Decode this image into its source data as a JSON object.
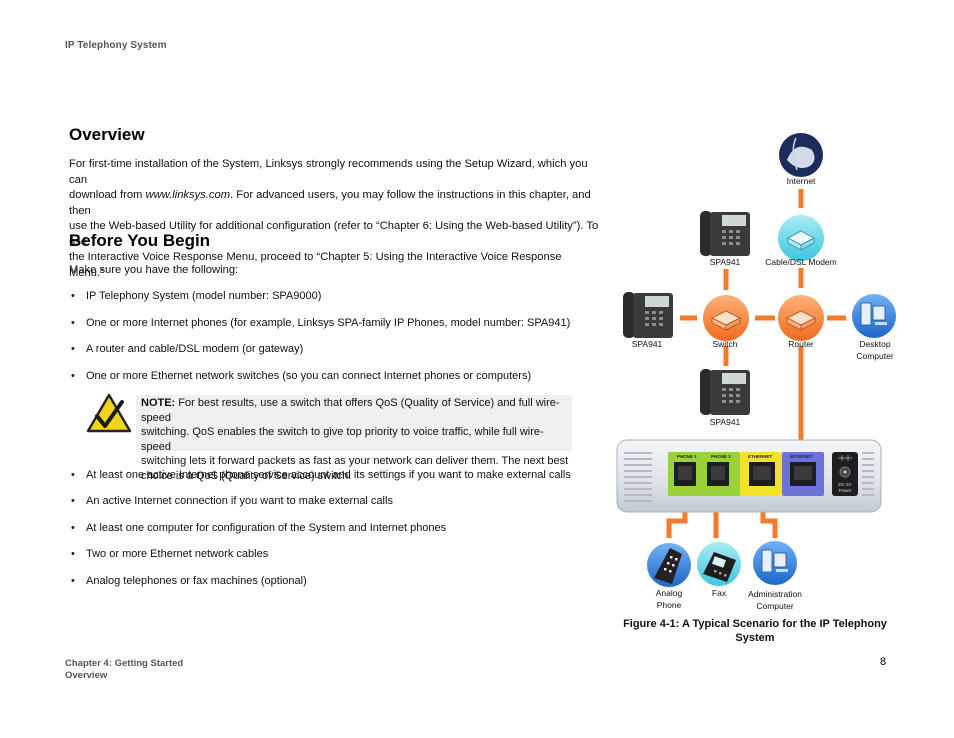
{
  "header": {
    "title": "IP Telephony System"
  },
  "overview": {
    "heading": "Overview",
    "line1": "For first-time installation of the System, Linksys strongly recommends using the Setup Wizard, which you can",
    "line2_pre": "download from ",
    "line2_link": "www.linksys.com",
    "line2_post": ". For advanced users, you may follow the instructions in this chapter, and then",
    "line3": "use the Web-based Utility for additional configuration (refer to “Chapter 6: Using the Web-based Utility”). To use",
    "line4": "the Interactive Voice Response Menu, proceed to “Chapter 5: Using the Interactive Voice Response Menu.”"
  },
  "before": {
    "heading": "Before You Begin",
    "intro": "Make sure you have the following:",
    "bullet_char": "•",
    "items_top": [
      "IP Telephony System (model number: SPA9000)",
      "One or more Internet phones (for example, Linksys SPA-family IP Phones, model number: SPA941)",
      "A router and cable/DSL modem (or gateway)",
      "One or more Ethernet network switches (so you can connect Internet phones or computers)"
    ],
    "note": {
      "label": "NOTE:",
      "line1": " For best results, use a switch that offers QoS (Quality of Service) and full wire-speed",
      "line2": "switching. QoS enables the switch to give top priority to voice traffic, while full wire-speed",
      "line3": "switching lets it forward packets as fast as your network can deliver them. The next best",
      "line4": "choice is a QoS (Quality of Service) switch."
    },
    "items_bottom": [
      "At least one active Internet phone service account and its settings if you want to make external calls",
      "An active Internet connection if you want to make external calls",
      "At least one computer for configuration of the System and Internet phones",
      "Two or more Ethernet network cables",
      "Analog telephones or fax machines (optional)"
    ]
  },
  "diagram": {
    "labels": {
      "internet": "Internet",
      "modem": "Cable/DSL Modem",
      "spa941_top": "SPA941",
      "spa941_left": "SPA941",
      "spa941_bottom": "SPA941",
      "switch": "Switch",
      "router": "Router",
      "desktop_1": "Desktop",
      "desktop_2": "Computer",
      "analog_1": "Analog",
      "analog_2": "Phone",
      "fax": "Fax",
      "admin_1": "Administration",
      "admin_2": "Computer"
    },
    "ports": {
      "phone1": "PHONE 1",
      "phone2": "PHONE 2",
      "ethernet": "ETHERNET",
      "internet": "INTERNET",
      "power": "DC 5V Power"
    },
    "colors": {
      "cable": "#f47a2a",
      "orange_node": "#f47a2a",
      "modem_node": "#66d4e6",
      "computer_node": "#2f7fd8",
      "internet_node": "#1b2c5c",
      "port_green": "#9ad23a",
      "port_yellow": "#f3e22c",
      "port_blue": "#6b73d8"
    },
    "caption_line1": "Figure 4-1: A Typical Scenario for the IP Telephony",
    "caption_line2": "System"
  },
  "footer": {
    "chapter": "Chapter 4: Getting Started",
    "section": "Overview",
    "page": "8"
  }
}
